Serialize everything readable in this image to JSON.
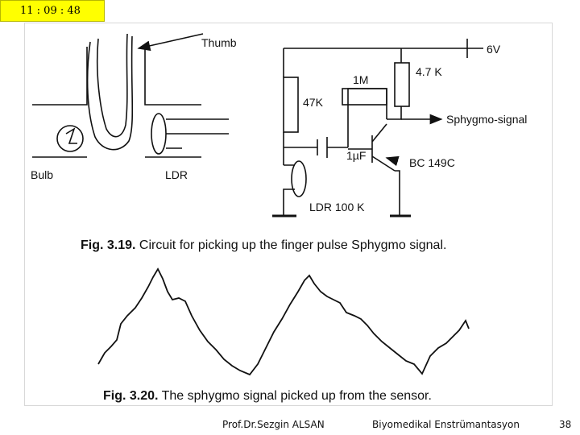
{
  "timer": "11 : 09 : 48",
  "circuit": {
    "labels": {
      "thumb": "Thumb",
      "bulb": "Bulb",
      "ldr": "LDR",
      "supply": "6V",
      "r_1m": "1M",
      "r_4k7": "4.7 K",
      "r_47k": "47K",
      "signal": "Sphygmo-signal",
      "cap_pre": "1",
      "cap_mu": "µ",
      "cap_post": "F",
      "transistor": "BC 149C",
      "ldr_100k": "LDR 100 K"
    },
    "caption_number": "Fig. 3.19.",
    "caption_text": " Circuit for picking up the finger pulse Sphygmo signal."
  },
  "waveform": {
    "caption_number": "Fig. 3.20.",
    "caption_text": " The sphygmo signal picked up from the sensor."
  },
  "footer": {
    "author": "Prof.Dr.Sezgin ALSAN",
    "course": "Biyomedikal Enstrümantasyon",
    "page": "38"
  }
}
